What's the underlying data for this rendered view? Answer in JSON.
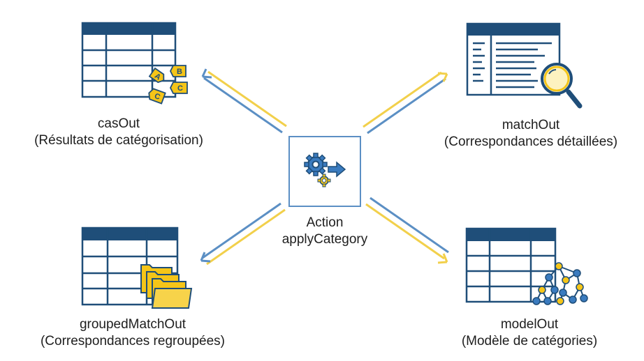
{
  "colors": {
    "blue": "#1f4e79",
    "yellow": "#f5c518",
    "arrow_blue": "#5b8fc4",
    "arrow_yellow": "#f2d04b"
  },
  "center": {
    "line1": "Action",
    "line2": "applyCategory",
    "icon": "gears-arrow-icon"
  },
  "outputs": {
    "casOut": {
      "name": "casOut",
      "desc": "(Résultats de catégorisation)",
      "icon": "tags-icon",
      "tag_letters": [
        "A",
        "B",
        "C",
        "C"
      ]
    },
    "matchOut": {
      "name": "matchOut",
      "desc": "(Correspondances détaillées)",
      "icon": "magnifier-icon"
    },
    "groupedMatchOut": {
      "name": "groupedMatchOut",
      "desc": "(Correspondances regroupées)",
      "icon": "folders-icon"
    },
    "modelOut": {
      "name": "modelOut",
      "desc": "(Modèle de catégories)",
      "icon": "network-icon"
    }
  }
}
